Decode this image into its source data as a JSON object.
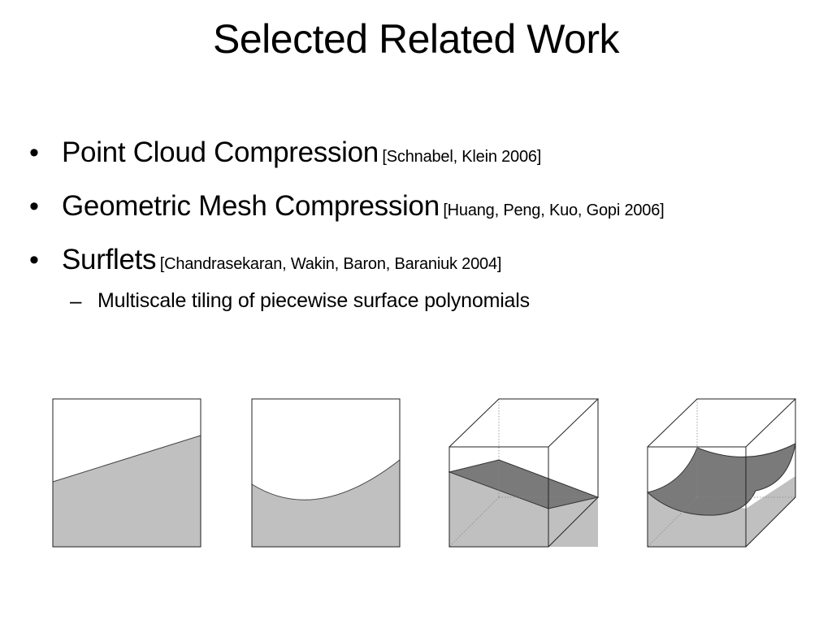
{
  "title": "Selected Related Work",
  "bullets": [
    {
      "text": "Point Cloud Compression",
      "cite": "[Schnabel, Klein 2006]"
    },
    {
      "text": "Geometric Mesh Compression",
      "cite": "[Huang, Peng, Kuo, Gopi 2006]"
    },
    {
      "text": "Surflets",
      "cite": "[Chandrasekaran, Wakin, Baron, Baraniuk 2004]"
    }
  ],
  "subbullet": {
    "text": "Multiscale tiling of piecewise surface polynomials"
  },
  "icons": {
    "bullet": "•",
    "dash": "–"
  },
  "colors": {
    "surface_light": "#c0c0c0",
    "surface_dark": "#7a7a7a"
  }
}
